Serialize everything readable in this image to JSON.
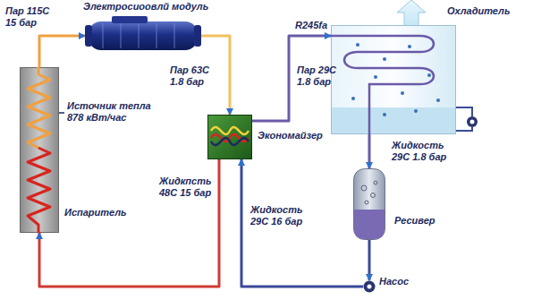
{
  "diagram": {
    "nodes": [
      {
        "text": [
          "Электросиоовлй модуль"
        ]
      },
      {
        "text": [
          "Испаритель"
        ]
      },
      {
        "text": [
          "Экономайзер"
        ]
      },
      {
        "text": [
          "Охладитель"
        ]
      },
      {
        "text": [
          "Ресивер"
        ]
      },
      {
        "text": [
          "Насос"
        ]
      }
    ],
    "edges": [
      {
        "from": 1,
        "to": 0,
        "arrow": "to"
      },
      {
        "from": 0,
        "to": 2,
        "arrow": "to"
      },
      {
        "from": 2,
        "to": 3,
        "arrow": "to"
      },
      {
        "from": 3,
        "to": 4,
        "arrow": "to"
      },
      {
        "from": 4,
        "to": 5,
        "arrow": "to"
      },
      {
        "from": 5,
        "to": 2,
        "arrow": "to"
      },
      {
        "from": 2,
        "to": 1,
        "arrow": "to"
      }
    ],
    "labels": [
      "Пар 115C 15 бар",
      "Пар 63C 1.8 бар",
      "R245fa",
      "Пар 29C 1.8 бар",
      "Источник тепла 878 кВт/час",
      "Жидкость 29C 1.8 бар",
      "Жидкпсть 48C 15 бар",
      "Жидкость 29C 16 бар"
    ]
  }
}
